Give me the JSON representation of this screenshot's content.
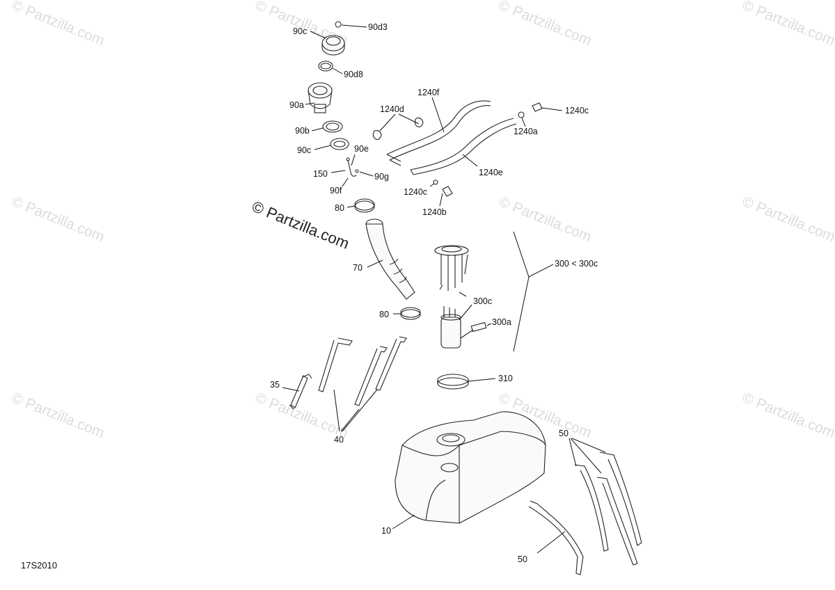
{
  "watermarks": {
    "text": "© Partzilla.com",
    "main_text": "© Partzilla.com"
  },
  "diagram_ref": "17S2010",
  "callouts": [
    {
      "id": "90d3",
      "text": "90d3"
    },
    {
      "id": "90c-top",
      "text": "90c"
    },
    {
      "id": "90d8",
      "text": "90d8"
    },
    {
      "id": "90a",
      "text": "90a"
    },
    {
      "id": "90b",
      "text": "90b"
    },
    {
      "id": "90c-mid",
      "text": "90c"
    },
    {
      "id": "90e",
      "text": "90e"
    },
    {
      "id": "150",
      "text": "150"
    },
    {
      "id": "90g",
      "text": "90g"
    },
    {
      "id": "90f",
      "text": "90f"
    },
    {
      "id": "80-top",
      "text": "80"
    },
    {
      "id": "70",
      "text": "70"
    },
    {
      "id": "80-mid",
      "text": "80"
    },
    {
      "id": "1240f",
      "text": "1240f"
    },
    {
      "id": "1240e",
      "text": "1240e"
    },
    {
      "id": "1240d",
      "text": "1240d"
    },
    {
      "id": "1240c-right",
      "text": "1240c"
    },
    {
      "id": "1240a",
      "text": "1240a"
    },
    {
      "id": "1240c-left",
      "text": "1240c"
    },
    {
      "id": "1240b",
      "text": "1240b"
    },
    {
      "id": "300",
      "text": "300 < 300c"
    },
    {
      "id": "300c",
      "text": "300c"
    },
    {
      "id": "300a",
      "text": "300a"
    },
    {
      "id": "310",
      "text": "310"
    },
    {
      "id": "35",
      "text": "35"
    },
    {
      "id": "40",
      "text": "40"
    },
    {
      "id": "10",
      "text": "10"
    },
    {
      "id": "50-top",
      "text": "50"
    },
    {
      "id": "50-bottom",
      "text": "50"
    }
  ]
}
